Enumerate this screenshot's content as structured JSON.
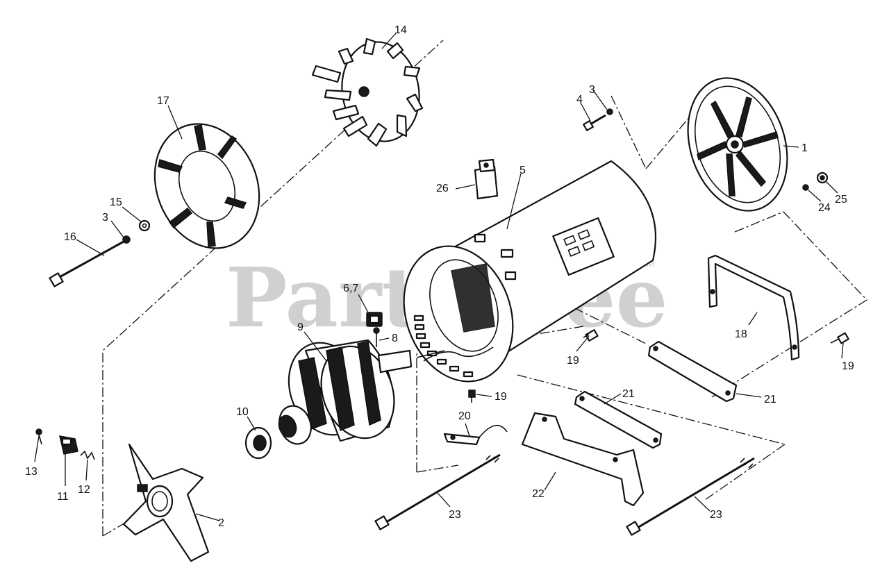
{
  "watermark": {
    "text": "PartsTree",
    "trademark": "TM"
  },
  "callouts": {
    "c1": "1",
    "c2": "2",
    "c3a": "3",
    "c3b": "3",
    "c4": "4",
    "c5": "5",
    "c67": "6,7",
    "c8": "8",
    "c9": "9",
    "c10": "10",
    "c11": "11",
    "c12": "12",
    "c13": "13",
    "c14": "14",
    "c15": "15",
    "c16": "16",
    "c17": "17",
    "c18": "18",
    "c19a": "19",
    "c19b": "19",
    "c19c": "19",
    "c20": "20",
    "c21a": "21",
    "c21b": "21",
    "c22": "22",
    "c23a": "23",
    "c23b": "23",
    "c24": "24",
    "c25": "25",
    "c26": "26"
  }
}
